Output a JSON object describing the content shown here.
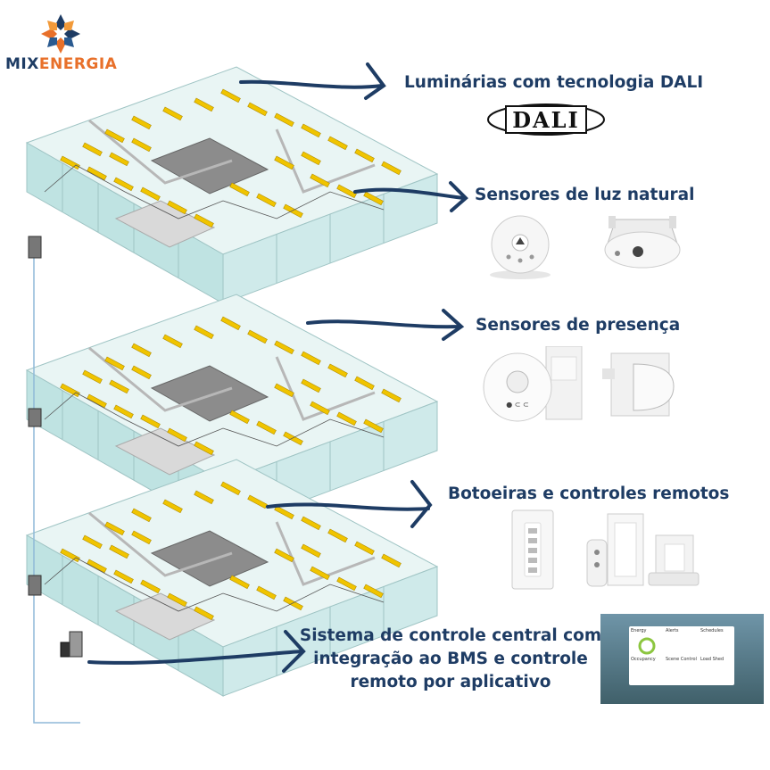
{
  "brand": {
    "logo_name_part1": "MIX",
    "logo_name_part2": "ENERGIA",
    "colors": {
      "navy": "#1e3c64",
      "orange": "#e8702a",
      "glass": "#cfeaea",
      "fixture": "#f0c400"
    }
  },
  "labels": {
    "dali": "Luminárias com tecnologia DALI",
    "daylight": "Sensores de luz natural",
    "presence": "Sensores de presença",
    "switches": "Botoeiras e controles remotos",
    "central": "Sistema de controle central com integração ao BMS e controle remoto por aplicativo"
  },
  "dali_logo_text": "DALI",
  "app_screenshot": {
    "tiles": [
      "Energy",
      "Alerts",
      "Schedules",
      "Occupancy",
      "Scene Control",
      "Load Shed"
    ]
  },
  "icons": [
    "building-floors-icon",
    "daylight-sensor-icon",
    "ceiling-sensor-icon",
    "presence-sensor-icon",
    "wall-sensor-icon",
    "keypad-icon",
    "remote-control-icon",
    "wall-dimmer-icon",
    "control-panel-icon"
  ]
}
